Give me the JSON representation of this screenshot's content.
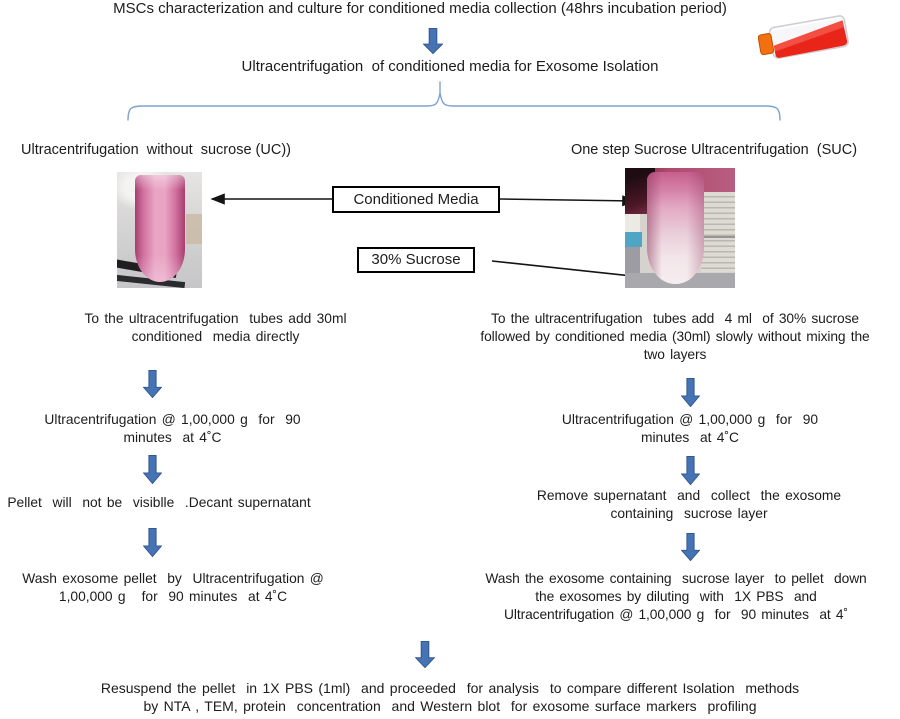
{
  "colors": {
    "arrow-blue": "#4673b4",
    "arrow-blue-dark": "#2f5590",
    "brace-blue": "#7da2cc",
    "ink": "#1c1c1c",
    "box-border": "#000000"
  },
  "header": {
    "title": "MSCs characterization and culture for conditioned media collection (48hrs incubation period)",
    "subtitle": "Ultracentrifugation  of conditioned media for Exosome Isolation"
  },
  "flow": {
    "center_boxes": {
      "conditioned_media": "Conditioned  Media",
      "sucrose": "30% Sucrose"
    },
    "left_branch": {
      "label": "Ultracentrifugation  without  sucrose (UC))",
      "steps": [
        "To the ultracentrifugation  tubes add 30ml\nconditioned  media directly",
        "Ultracentrifugation @ 1,00,000 g  for  90\nminutes  at 4˚C",
        "Pellet  will  not be  visiblle  .Decant supernatant",
        "Wash exosome pellet  by  Ultracentrifugation @\n1,00,000 g   for  90 minutes  at 4˚C"
      ]
    },
    "right_branch": {
      "label": "One step Sucrose Ultracentrifugation  (SUC)",
      "steps": [
        "To the ultracentrifugation  tubes add  4 ml  of 30% sucrose\nfollowed by conditioned media (30ml) slowly without mixing the\ntwo layers",
        "Ultracentrifugation @ 1,00,000 g  for  90\nminutes  at 4˚C",
        "Remove supernatant  and  collect  the exosome\ncontaining  sucrose layer",
        "Wash the exosome containing  sucrose layer  to pellet  down\nthe exosomes by diluting  with  1X PBS  and\nUltracentrifugation @ 1,00,000 g  for  90 minutes  at 4˚"
      ]
    },
    "final_step": "Resuspend the pellet  in 1X PBS (1ml)  and proceeded  for analysis  to compare different Isolation  methods\nby NTA , TEM, protein  concentration  and Western blot  for exosome surface markers  profiling"
  },
  "icons": {
    "flask": "culture-flask-icon",
    "block_arrow": "block-down-arrow-icon",
    "brace": "split-brace",
    "left_photo": "uc-tube-photo",
    "right_photo": "suc-tube-photo"
  }
}
